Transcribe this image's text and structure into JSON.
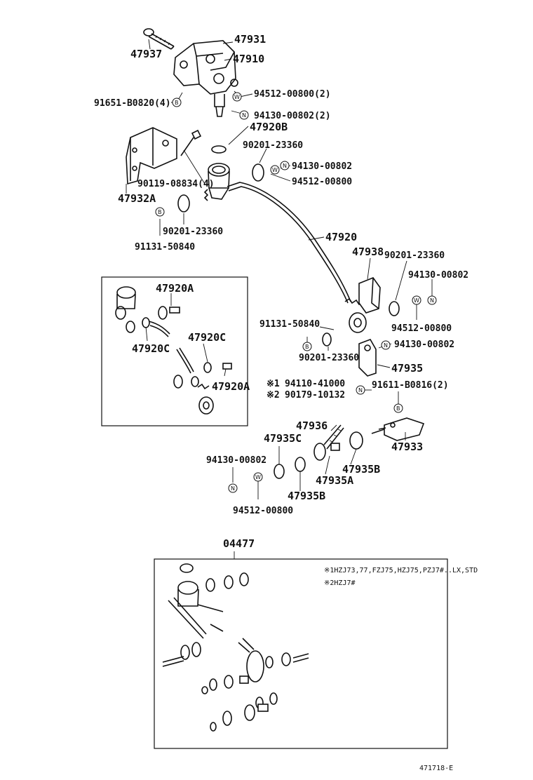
{
  "labels": {
    "p47931": "47931",
    "p47937": "47937",
    "p47910": "47910",
    "p94512_00800_2": "94512-00800(2)",
    "p91651_b0820_4": "91651-B0820(4)",
    "p94130_00802_2": "94130-00802(2)",
    "p47920b": "47920B",
    "p90201_23360_a": "90201-23360",
    "p94130_00802_a": "94130-00802",
    "p94512_00800_a": "94512-00800",
    "p90119_08834_4": "90119-08834(4)",
    "p47932a": "47932A",
    "p90201_23360_b": "90201-23360",
    "p91131_50840_a": "91131-50840",
    "p47920": "47920",
    "p47938": "47938",
    "p90201_23360_c": "90201-23360",
    "p94130_00802_b": "94130-00802",
    "p47920a_top": "47920A",
    "p47920c_left": "47920C",
    "p47920c_right": "47920C",
    "p47920a_bot": "47920A",
    "p91131_50840_b": "91131-50840",
    "p94512_00800_b": "94512-00800",
    "p94130_00802_c": "94130-00802",
    "p90201_23360_d": "90201-23360",
    "p47935": "47935",
    "note1_mark": "※1",
    "p94110_41000": "94110-41000",
    "note2_mark": "※2",
    "p90179_10132": "90179-10132",
    "p91611_b0816_2": "91611-B0816(2)",
    "p47936": "47936",
    "p47935c": "47935C",
    "p94130_00802_d": "94130-00802",
    "p47935a": "47935A",
    "p47935b_right": "47935B",
    "p47933": "47933",
    "p47935b_bot": "47935B",
    "p94512_00800_c": "94512-00800",
    "p04477": "04477"
  },
  "notes": {
    "note1": "※1HZJ73,77,FZJ75,HZJ75,PZJ7#..LX,STD",
    "note2": "※2HZJ7#"
  },
  "symbols": {
    "bolt": "B",
    "nut": "N",
    "washer": "W"
  },
  "footer": {
    "figure_id": "471718-E"
  }
}
